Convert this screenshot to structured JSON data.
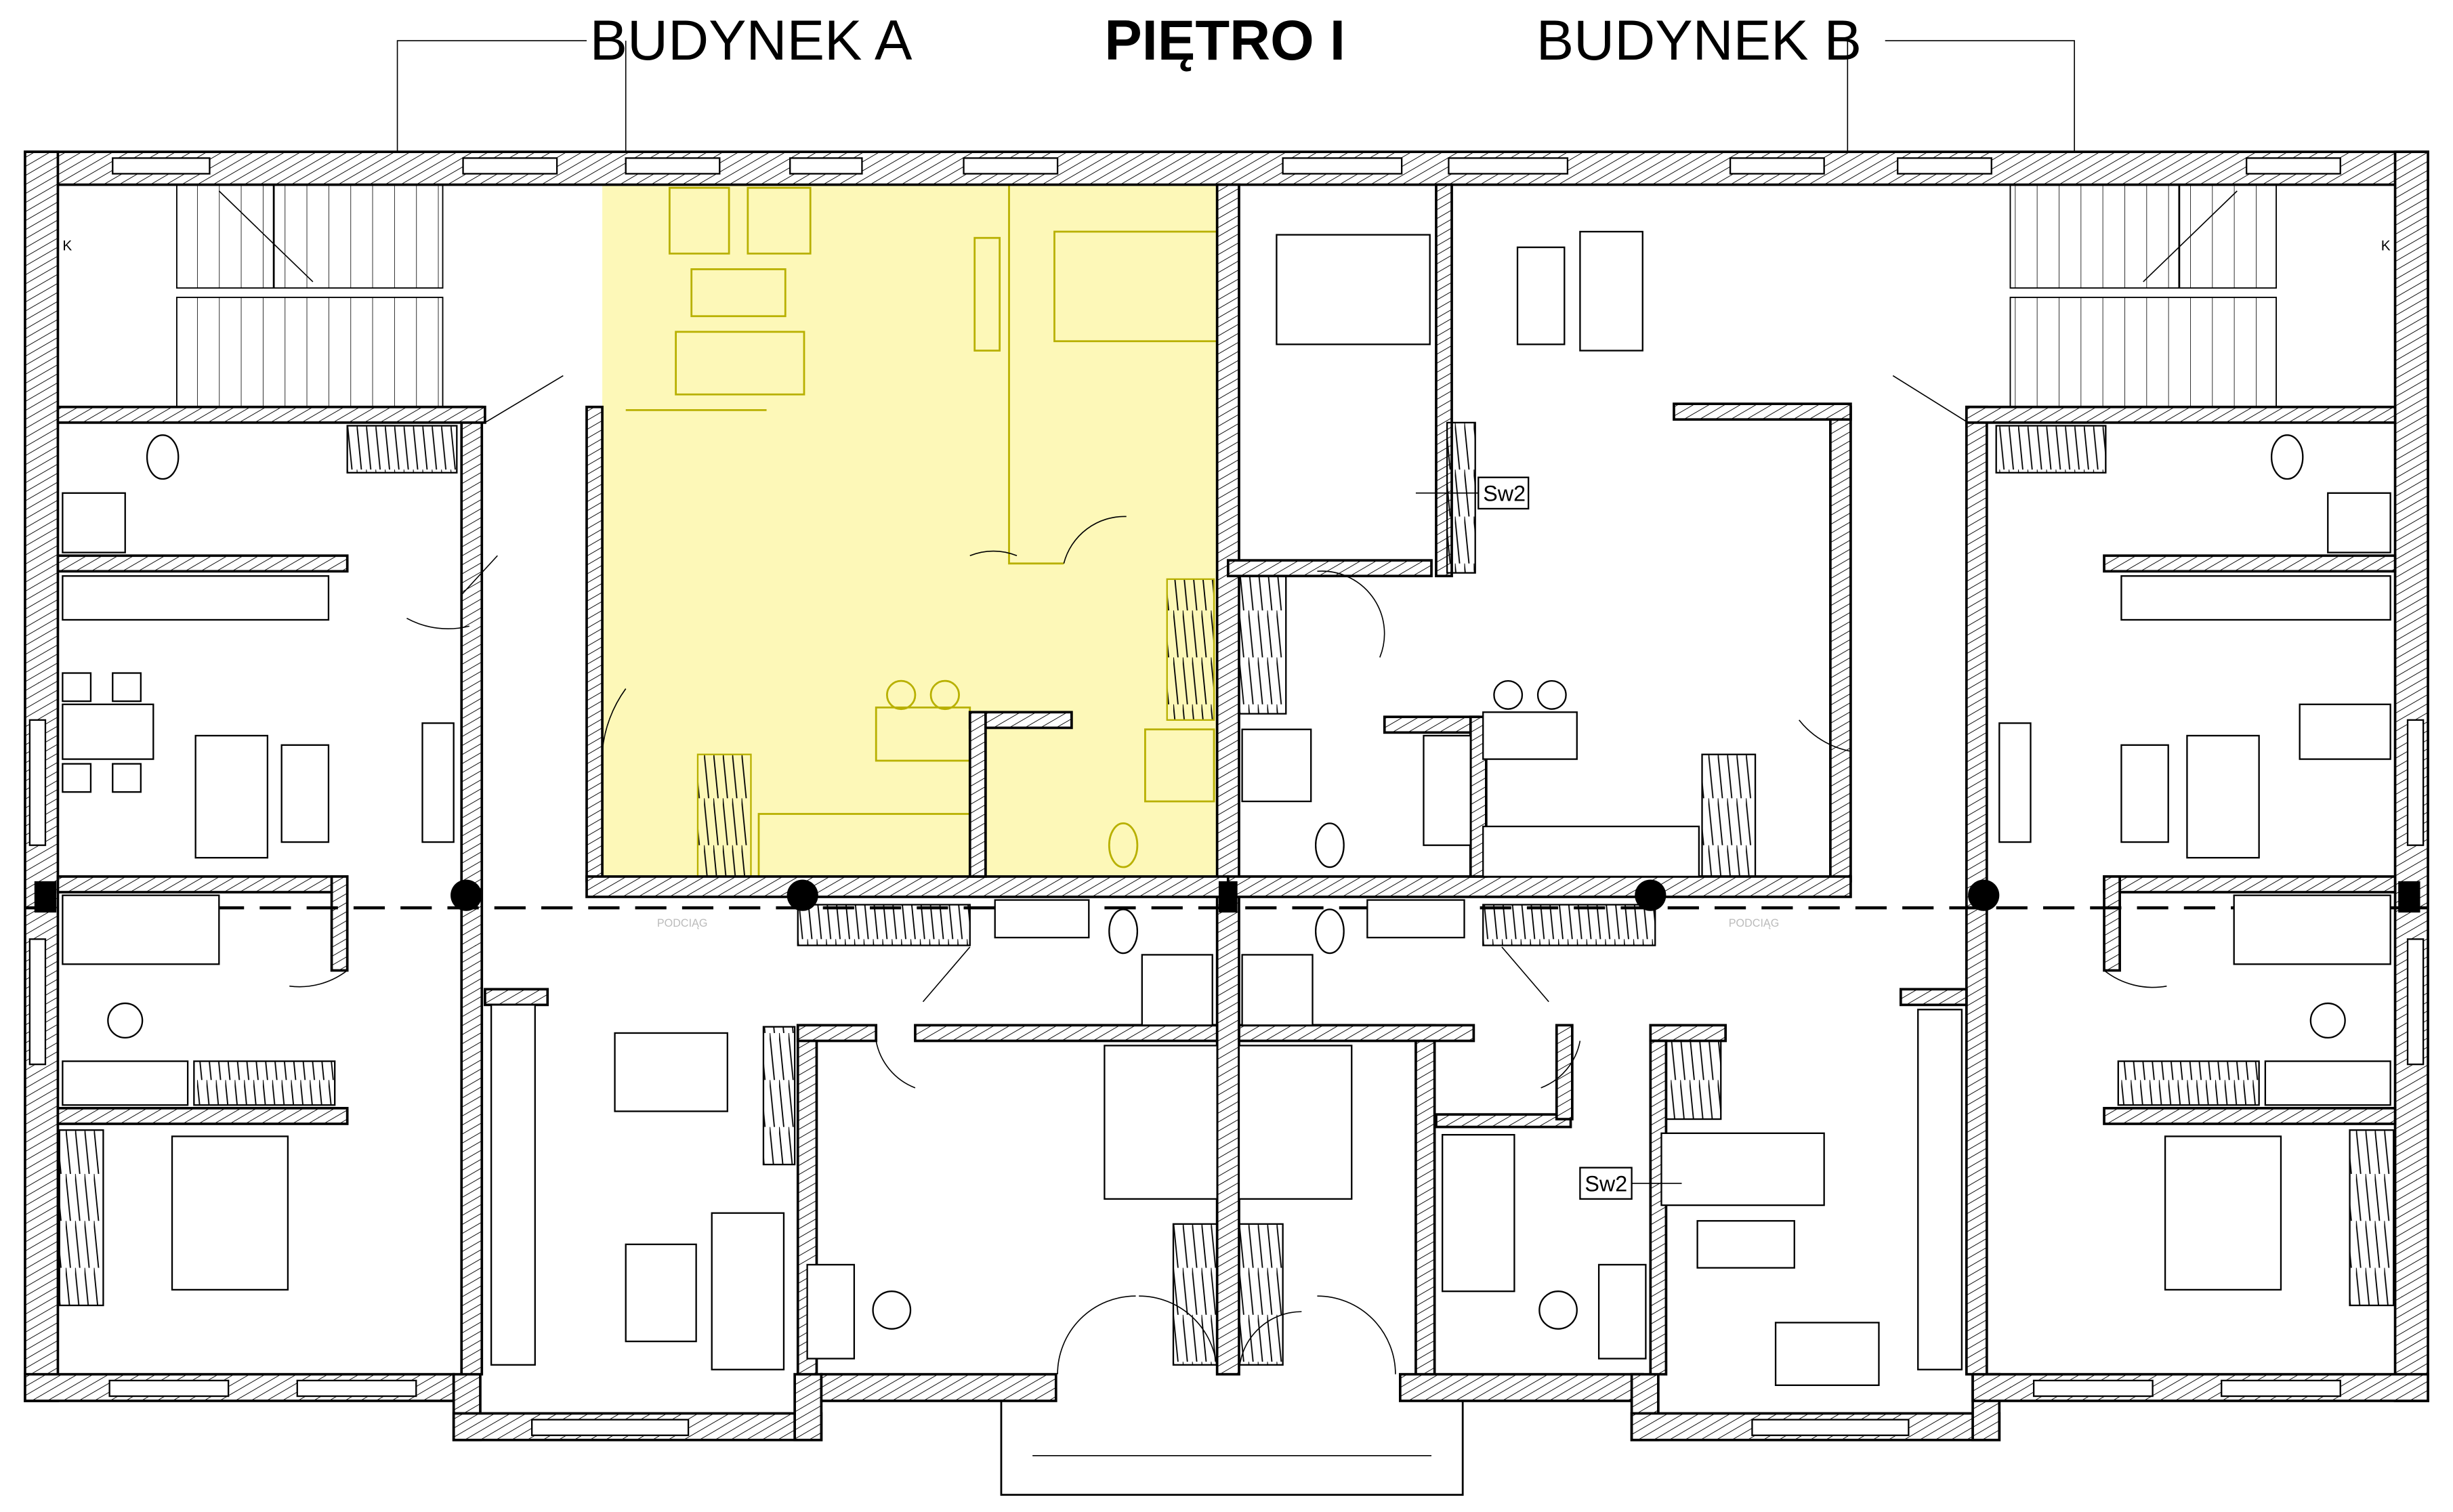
{
  "header": {
    "building_a": "BUDYNEK A",
    "floor": "PIĘTRO I",
    "building_b": "BUDYNEK B"
  },
  "labels": {
    "window_tag_1": "Sw2",
    "window_tag_2": "Sw2",
    "beam_left": "PODCIĄG",
    "beam_right": "PODCIĄG",
    "stair_left": "K",
    "stair_right": "K"
  },
  "highlight": {
    "color": "#fdf8b8",
    "apartment": "building-a-upper-left-unit"
  }
}
